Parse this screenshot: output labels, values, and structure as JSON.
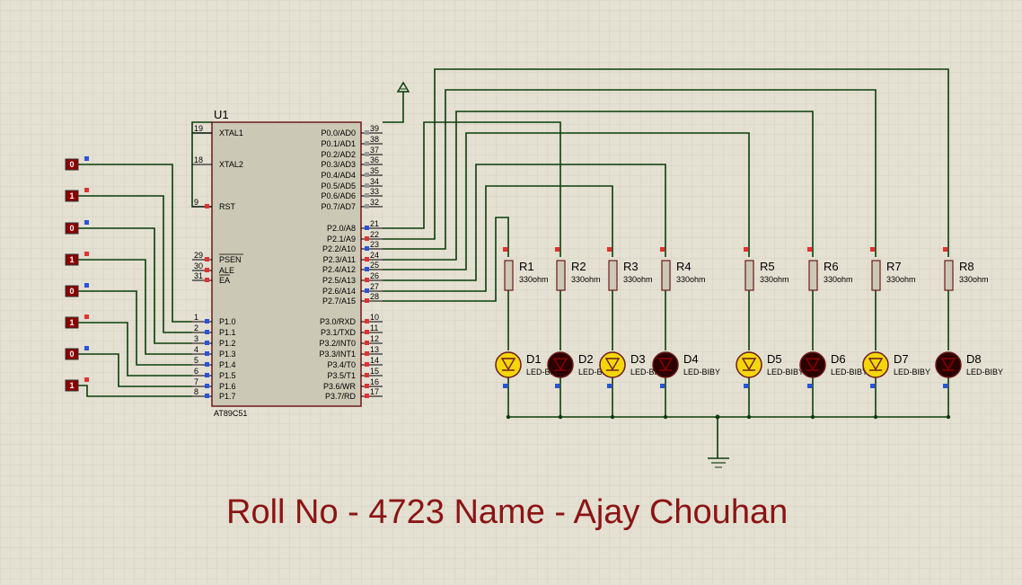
{
  "caption": "Roll No - 4723 Name - Ajay Chouhan",
  "colors": {
    "background": "#e4e0d2",
    "grid": "#cfcbbd",
    "wire": "#0b3d0b",
    "chip_body": "#cbc8b5",
    "chip_border": "#6b1b1b",
    "logic_fill": "#8b0000",
    "led_on": "#f5d60a",
    "led_off": "#2a0000",
    "caption": "#8b1414",
    "pin_red": "#e63030",
    "pin_blue": "#2a52e0"
  },
  "mcu": {
    "ref": "U1",
    "part": "AT89C51",
    "left_pins": [
      {
        "num": "19",
        "name": "XTAL1"
      },
      {
        "num": "18",
        "name": "XTAL2"
      },
      {
        "num": "9",
        "name": "RST"
      },
      {
        "num": "29",
        "name": "PSEN"
      },
      {
        "num": "30",
        "name": "ALE"
      },
      {
        "num": "31",
        "name": "EA"
      },
      {
        "num": "1",
        "name": "P1.0"
      },
      {
        "num": "2",
        "name": "P1.1"
      },
      {
        "num": "3",
        "name": "P1.2"
      },
      {
        "num": "4",
        "name": "P1.3"
      },
      {
        "num": "5",
        "name": "P1.4"
      },
      {
        "num": "6",
        "name": "P1.5"
      },
      {
        "num": "7",
        "name": "P1.6"
      },
      {
        "num": "8",
        "name": "P1.7"
      }
    ],
    "right_pins": [
      {
        "num": "39",
        "name": "P0.0/AD0"
      },
      {
        "num": "38",
        "name": "P0.1/AD1"
      },
      {
        "num": "37",
        "name": "P0.2/AD2"
      },
      {
        "num": "36",
        "name": "P0.3/AD3"
      },
      {
        "num": "35",
        "name": "P0.4/AD4"
      },
      {
        "num": "34",
        "name": "P0.5/AD5"
      },
      {
        "num": "33",
        "name": "P0.6/AD6"
      },
      {
        "num": "32",
        "name": "P0.7/AD7"
      },
      {
        "num": "21",
        "name": "P2.0/A8"
      },
      {
        "num": "22",
        "name": "P2.1/A9"
      },
      {
        "num": "23",
        "name": "P2.2/A10"
      },
      {
        "num": "24",
        "name": "P2.3/A11"
      },
      {
        "num": "25",
        "name": "P2.4/A12"
      },
      {
        "num": "26",
        "name": "P2.5/A13"
      },
      {
        "num": "27",
        "name": "P2.6/A14"
      },
      {
        "num": "28",
        "name": "P2.7/A15"
      },
      {
        "num": "10",
        "name": "P3.0/RXD"
      },
      {
        "num": "11",
        "name": "P3.1/TXD"
      },
      {
        "num": "12",
        "name": "P3.2/INT0"
      },
      {
        "num": "13",
        "name": "P3.3/INT1"
      },
      {
        "num": "14",
        "name": "P3.4/T0"
      },
      {
        "num": "15",
        "name": "P3.5/T1"
      },
      {
        "num": "16",
        "name": "P3.6/WR"
      },
      {
        "num": "17",
        "name": "P3.7/RD"
      }
    ]
  },
  "inputs": [
    {
      "value": "0",
      "state": "low"
    },
    {
      "value": "1",
      "state": "high"
    },
    {
      "value": "0",
      "state": "low"
    },
    {
      "value": "1",
      "state": "high"
    },
    {
      "value": "0",
      "state": "low"
    },
    {
      "value": "1",
      "state": "high"
    },
    {
      "value": "0",
      "state": "low"
    },
    {
      "value": "1",
      "state": "high"
    }
  ],
  "resistors": [
    {
      "ref": "R1",
      "value": "330ohm"
    },
    {
      "ref": "R2",
      "value": "330ohm"
    },
    {
      "ref": "R3",
      "value": "330ohm"
    },
    {
      "ref": "R4",
      "value": "330ohm"
    },
    {
      "ref": "R5",
      "value": "330ohm"
    },
    {
      "ref": "R6",
      "value": "330ohm"
    },
    {
      "ref": "R7",
      "value": "330ohm"
    },
    {
      "ref": "R8",
      "value": "330ohm"
    }
  ],
  "leds": [
    {
      "ref": "D1",
      "part": "LED-BIBY",
      "lit": true
    },
    {
      "ref": "D2",
      "part": "LED-BIBY",
      "lit": false
    },
    {
      "ref": "D3",
      "part": "LED-BIBY",
      "lit": true
    },
    {
      "ref": "D4",
      "part": "LED-BIBY",
      "lit": false
    },
    {
      "ref": "D5",
      "part": "LED-BIBY",
      "lit": true
    },
    {
      "ref": "D6",
      "part": "LED-BIBY",
      "lit": false
    },
    {
      "ref": "D7",
      "part": "LED-BIBY",
      "lit": true
    },
    {
      "ref": "D8",
      "part": "LED-BIBY",
      "lit": false
    }
  ]
}
